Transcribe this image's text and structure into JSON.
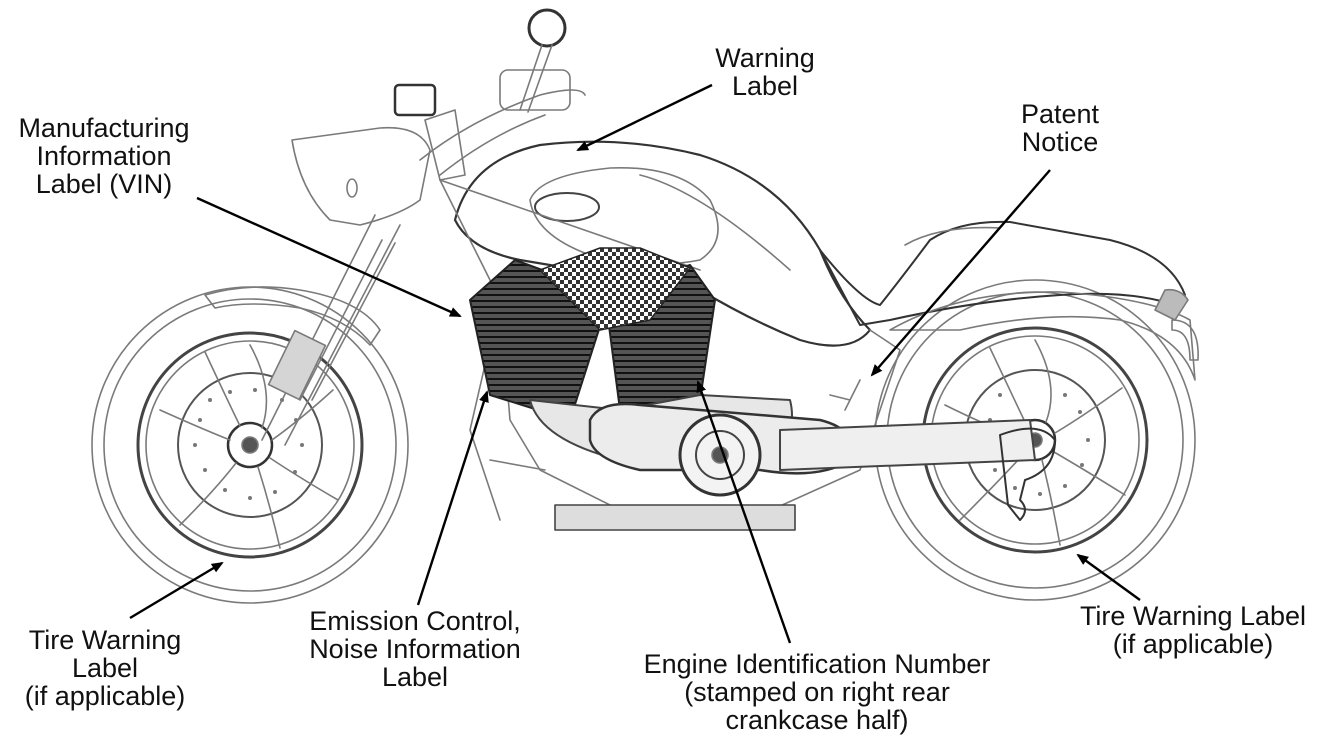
{
  "colors": {
    "line_art": "#7a7a7a",
    "line_art_dark": "#2a2a2a",
    "engine_fill": "#3a3a3a",
    "arrow": "#000000",
    "text": "#111111",
    "background": "#ffffff"
  },
  "callouts": {
    "warning_label": [
      "Warning",
      "Label"
    ],
    "manufacturing_label": [
      "Manufacturing",
      "Information",
      "Label (VIN)"
    ],
    "patent_notice": [
      "Patent",
      "Notice"
    ],
    "tire_warning_left": [
      "Tire Warning",
      "Label",
      "(if applicable)"
    ],
    "emission_label": [
      "Emission Control,",
      "Noise Information",
      "Label"
    ],
    "engine_id": [
      "Engine Identification Number",
      "(stamped on right rear",
      "crankcase half)"
    ],
    "tire_warning_right": [
      "Tire Warning Label",
      "(if applicable)"
    ]
  }
}
